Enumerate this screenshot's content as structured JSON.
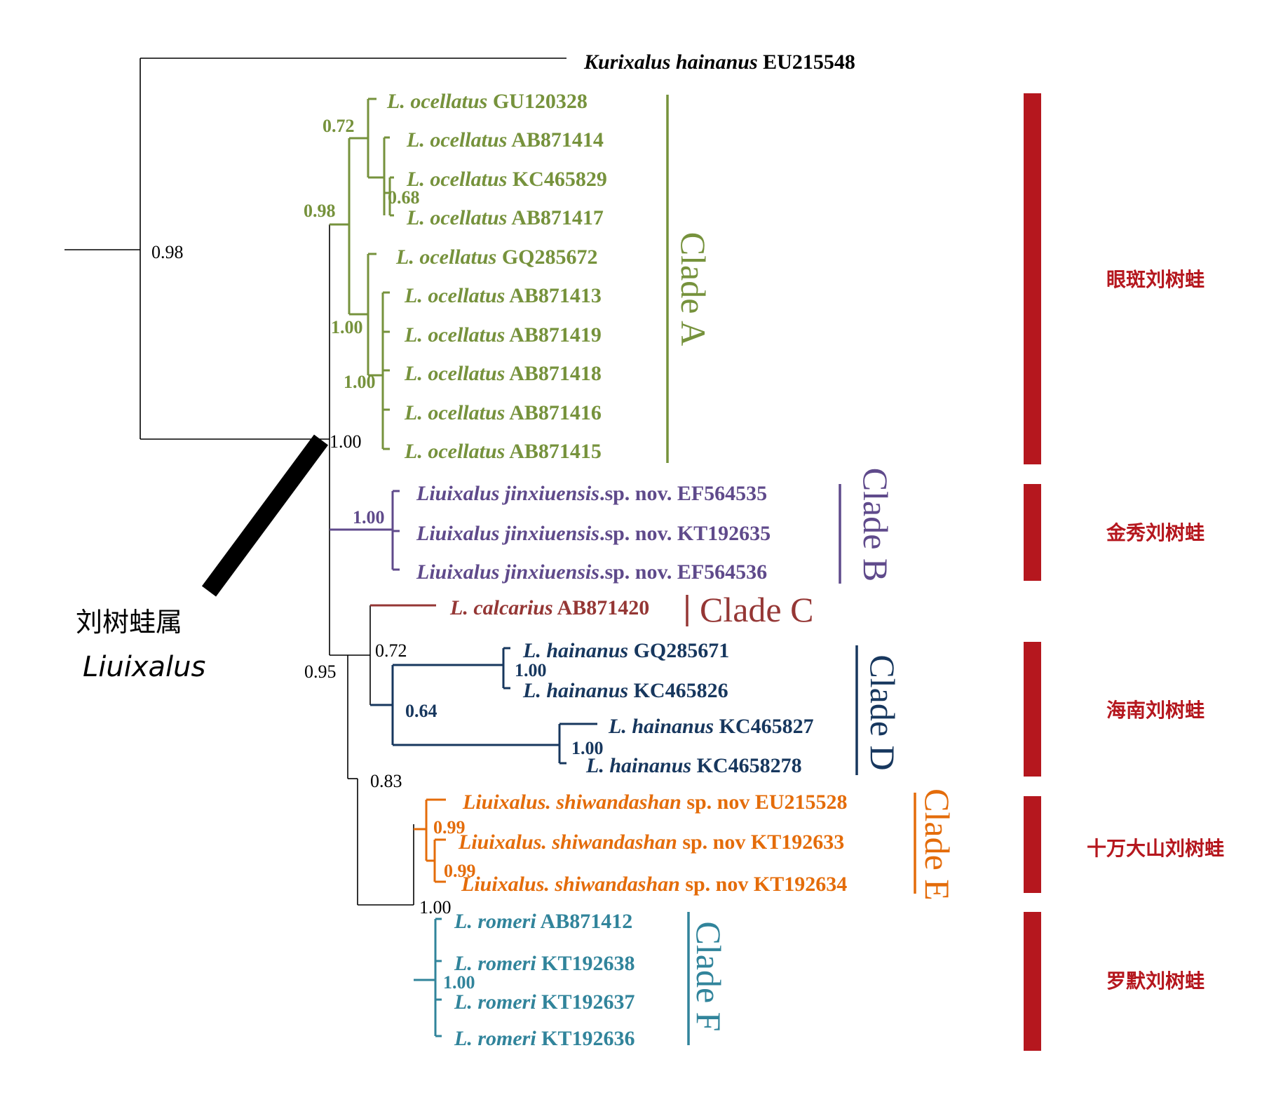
{
  "colors": {
    "black": "#000000",
    "cladeA": "#76923c",
    "cladeB": "#5f4a8b",
    "cladeC": "#953735",
    "cladeD": "#17375e",
    "cladeE": "#e46c0a",
    "cladeF": "#31849b",
    "bar": "#b5171e"
  },
  "outgroup": {
    "species": "Kurixalus hainanus",
    "accession": "EU215548"
  },
  "tips": {
    "a1": {
      "species": "L. ocellatus",
      "accession": "GU120328"
    },
    "a2": {
      "species": "L. ocellatus",
      "accession": "AB871414"
    },
    "a3": {
      "species": "L. ocellatus",
      "accession": "KC465829"
    },
    "a4": {
      "species": "L. ocellatus",
      "accession": "AB871417"
    },
    "a5": {
      "species": "L. ocellatus",
      "accession": "GQ285672"
    },
    "a6": {
      "species": "L. ocellatus",
      "accession": "AB871413"
    },
    "a7": {
      "species": "L. ocellatus",
      "accession": "AB871419"
    },
    "a8": {
      "species": "L. ocellatus",
      "accession": "AB871418"
    },
    "a9": {
      "species": "L. ocellatus",
      "accession": "AB871416"
    },
    "a10": {
      "species": "L. ocellatus",
      "accession": "AB871415"
    },
    "b1": {
      "species": "Liuixalus jinxiuensis",
      "suffix": ".sp. nov.",
      "accession": "EF564535"
    },
    "b2": {
      "species": "Liuixalus jinxiuensis",
      "suffix": ".sp. nov.",
      "accession": "KT192635"
    },
    "b3": {
      "species": "Liuixalus jinxiuensis",
      "suffix": ".sp. nov.",
      "accession": "EF564536"
    },
    "c1": {
      "species": "L. calcarius",
      "accession": "AB871420"
    },
    "d1": {
      "species": "L. hainanus",
      "accession": "GQ285671"
    },
    "d2": {
      "species": "L. hainanus",
      "accession": "KC465826"
    },
    "d3": {
      "species": "L. hainanus",
      "accession": "KC465827"
    },
    "d4": {
      "species": "L. hainanus",
      "accession": "KC4658278"
    },
    "e1": {
      "species": "Liuixalus. shiwandashan",
      "suffix": "sp. nov",
      "accession": "EU215528"
    },
    "e2": {
      "species": "Liuixalus. shiwandashan",
      "suffix": "sp. nov",
      "accession": "KT192633"
    },
    "e3": {
      "species": "Liuixalus. shiwandashan",
      "suffix": "sp. nov",
      "accession": "KT192634"
    },
    "f1": {
      "species": "L. romeri",
      "accession": "AB871412"
    },
    "f2": {
      "species": "L. romeri",
      "accession": "KT192638"
    },
    "f3": {
      "species": "L. romeri",
      "accession": "KT192637"
    },
    "f4": {
      "species": "L. romeri",
      "accession": "KT192636"
    }
  },
  "support": {
    "root": "0.98",
    "liuixalus": "1.00",
    "cladeA": "0.98",
    "a_sub1": "0.72",
    "a_sub2": "0.68",
    "a_sub3": "1.00",
    "a_sub4": "1.00",
    "cladeB": "1.00",
    "node_bcdef": "0.95",
    "node_cd": "0.72",
    "cladeD": "0.64",
    "d_sub1": "1.00",
    "d_sub2": "1.00",
    "node_ef": "0.83",
    "cladeE_a": "0.99",
    "cladeE_b": "0.99",
    "cladeF_stem": "1.00",
    "cladeF": "1.00"
  },
  "clades": {
    "A": "Clade A",
    "B": "Clade B",
    "C": "Clade C",
    "D": "Clade D",
    "E": "Clade E",
    "F": "Clade F"
  },
  "species_names": {
    "ocellatus": "眼斑刘树蛙",
    "jinxiuensis": "金秀刘树蛙",
    "hainanus": "海南刘树蛙",
    "shiwandashan": "十万大山刘树蛙",
    "romeri": "罗默刘树蛙"
  },
  "genus": {
    "chinese": "刘树蛙属",
    "latin": "Liuixalus"
  }
}
